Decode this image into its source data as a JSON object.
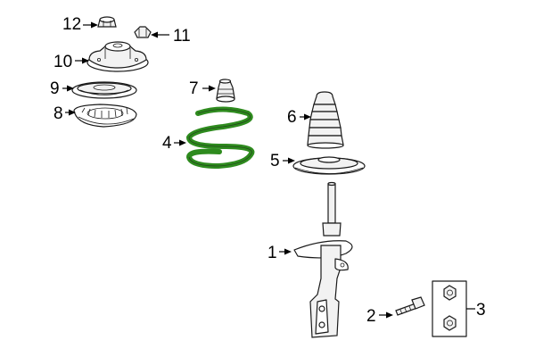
{
  "accent_color": "#2e8b1e",
  "callouts": [
    {
      "num": "1",
      "name": "strut-assembly"
    },
    {
      "num": "2",
      "name": "bolt"
    },
    {
      "num": "3",
      "name": "nut-kit"
    },
    {
      "num": "4",
      "name": "coil-spring"
    },
    {
      "num": "5",
      "name": "lower-spring-seat"
    },
    {
      "num": "6",
      "name": "dust-boot"
    },
    {
      "num": "7",
      "name": "bump-stop"
    },
    {
      "num": "8",
      "name": "upper-spring-insulator"
    },
    {
      "num": "9",
      "name": "upper-spring-seat"
    },
    {
      "num": "10",
      "name": "strut-mount"
    },
    {
      "num": "11",
      "name": "mount-nut"
    },
    {
      "num": "12",
      "name": "strut-nut"
    }
  ]
}
